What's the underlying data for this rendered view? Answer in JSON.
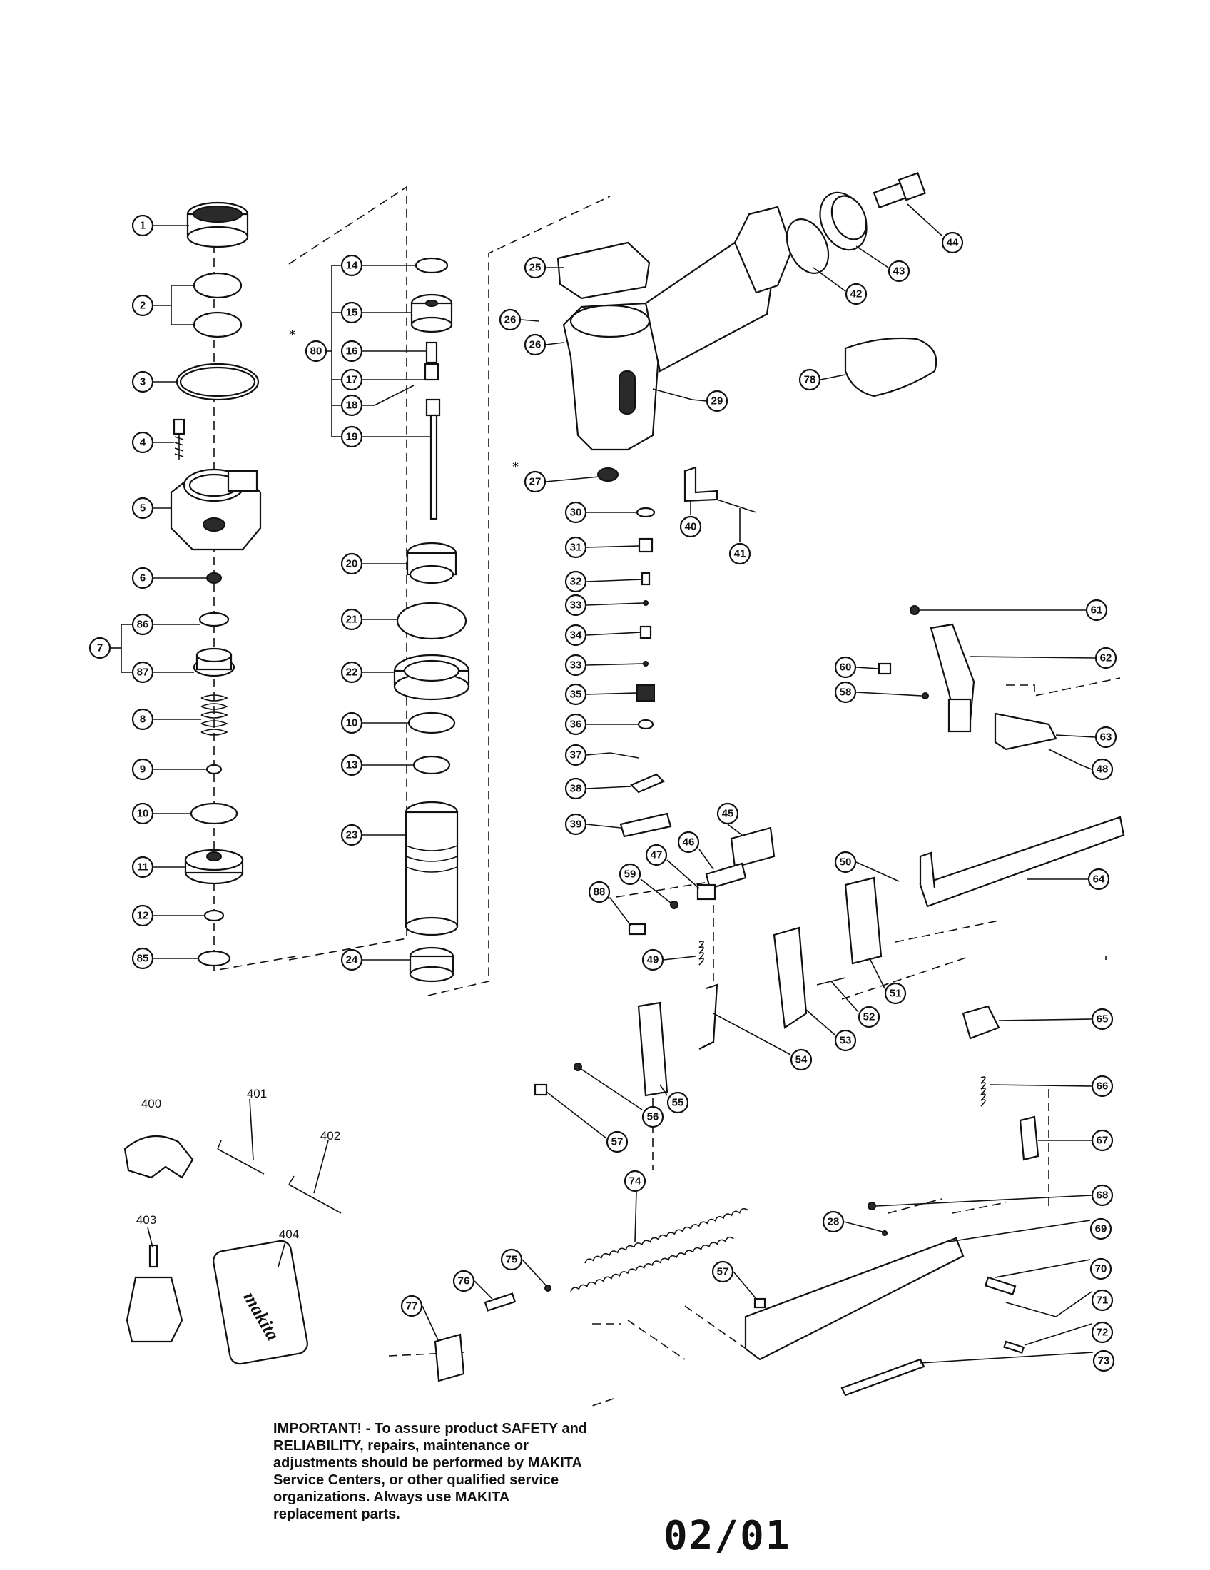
{
  "diagram": {
    "brand_text": "makita",
    "callouts": [
      "1",
      "2",
      "3",
      "4",
      "5",
      "6",
      "7",
      "86",
      "87",
      "8",
      "9",
      "10",
      "11",
      "12",
      "85",
      "14",
      "15",
      "80",
      "16",
      "17",
      "18",
      "19",
      "20",
      "21",
      "22",
      "10",
      "13",
      "23",
      "24",
      "25",
      "26",
      "26",
      "29",
      "27",
      "30",
      "31",
      "32",
      "33",
      "34",
      "33",
      "35",
      "36",
      "37",
      "38",
      "39",
      "40",
      "41",
      "44",
      "43",
      "42",
      "78",
      "61",
      "62",
      "60",
      "58",
      "63",
      "48",
      "45",
      "46",
      "47",
      "59",
      "88",
      "49",
      "50",
      "64",
      "51",
      "52",
      "53",
      "54",
      "55",
      "56",
      "57",
      "65",
      "66",
      "67",
      "68",
      "28",
      "69",
      "70",
      "71",
      "72",
      "73",
      "74",
      "75",
      "76",
      "77",
      "57"
    ],
    "plain_labels": [
      "400",
      "401",
      "402",
      "403",
      "404"
    ],
    "star_marks": [
      "*",
      "*"
    ]
  },
  "notice": {
    "text": "IMPORTANT! - To assure product SAFETY and RELIABILITY, repairs, maintenance or adjustments should be performed by MAKITA Service Centers, or other qualified service organizations. Always use MAKITA replacement parts."
  },
  "footer": {
    "date_code": "02/01"
  }
}
